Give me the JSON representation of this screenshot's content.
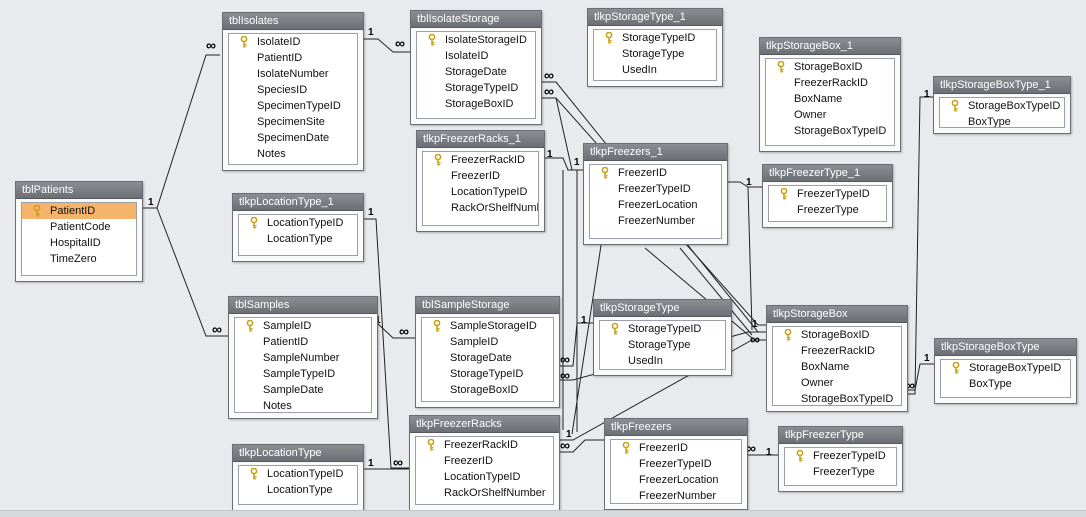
{
  "tables": [
    {
      "id": "tblPatients",
      "title": "tblPatients",
      "fields": [
        {
          "name": "PatientID",
          "pk": true,
          "selected": true
        },
        {
          "name": "PatientCode"
        },
        {
          "name": "HospitalID"
        },
        {
          "name": "TimeZero"
        }
      ]
    },
    {
      "id": "tblIsolates",
      "title": "tblIsolates",
      "fields": [
        {
          "name": "IsolateID",
          "pk": true
        },
        {
          "name": "PatientID"
        },
        {
          "name": "IsolateNumber"
        },
        {
          "name": "SpeciesID"
        },
        {
          "name": "SpecimenTypeID"
        },
        {
          "name": "SpecimenSite"
        },
        {
          "name": "SpecimenDate"
        },
        {
          "name": "Notes"
        }
      ]
    },
    {
      "id": "tblIsolateStorage",
      "title": "tblIsolateStorage",
      "fields": [
        {
          "name": "IsolateStorageID",
          "pk": true
        },
        {
          "name": "IsolateID"
        },
        {
          "name": "StorageDate"
        },
        {
          "name": "StorageTypeID"
        },
        {
          "name": "StorageBoxID"
        }
      ]
    },
    {
      "id": "tlkpStorageType_1",
      "title": "tlkpStorageType_1",
      "fields": [
        {
          "name": "StorageTypeID",
          "pk": true
        },
        {
          "name": "StorageType"
        },
        {
          "name": "UsedIn"
        }
      ]
    },
    {
      "id": "tlkpStorageBox_1",
      "title": "tlkpStorageBox_1",
      "fields": [
        {
          "name": "StorageBoxID",
          "pk": true
        },
        {
          "name": "FreezerRackID"
        },
        {
          "name": "BoxName"
        },
        {
          "name": "Owner"
        },
        {
          "name": "StorageBoxTypeID"
        }
      ]
    },
    {
      "id": "tlkpStorageBoxType_1",
      "title": "tlkpStorageBoxType_1",
      "fields": [
        {
          "name": "StorageBoxTypeID",
          "pk": true
        },
        {
          "name": "BoxType"
        }
      ]
    },
    {
      "id": "tlkpFreezerRacks_1",
      "title": "tlkpFreezerRacks_1",
      "fields": [
        {
          "name": "FreezerRackID",
          "pk": true
        },
        {
          "name": "FreezerID"
        },
        {
          "name": "LocationTypeID"
        },
        {
          "name": "RackOrShelfNuml"
        }
      ]
    },
    {
      "id": "tlkpFreezers_1",
      "title": "tlkpFreezers_1",
      "fields": [
        {
          "name": "FreezerID",
          "pk": true
        },
        {
          "name": "FreezerTypeID"
        },
        {
          "name": "FreezerLocation"
        },
        {
          "name": "FreezerNumber"
        }
      ]
    },
    {
      "id": "tlkpFreezerType_1",
      "title": "tlkpFreezerType_1",
      "fields": [
        {
          "name": "FreezerTypeID",
          "pk": true
        },
        {
          "name": "FreezerType"
        }
      ]
    },
    {
      "id": "tlkpLocationType_1",
      "title": "tlkpLocationType_1",
      "fields": [
        {
          "name": "LocationTypeID",
          "pk": true
        },
        {
          "name": "LocationType"
        }
      ]
    },
    {
      "id": "tblSamples",
      "title": "tblSamples",
      "fields": [
        {
          "name": "SampleID",
          "pk": true
        },
        {
          "name": "PatientID"
        },
        {
          "name": "SampleNumber"
        },
        {
          "name": "SampleTypeID"
        },
        {
          "name": "SampleDate"
        },
        {
          "name": "Notes"
        }
      ]
    },
    {
      "id": "tblSampleStorage",
      "title": "tblSampleStorage",
      "fields": [
        {
          "name": "SampleStorageID",
          "pk": true
        },
        {
          "name": "SampleID"
        },
        {
          "name": "StorageDate"
        },
        {
          "name": "StorageTypeID"
        },
        {
          "name": "StorageBoxID"
        }
      ]
    },
    {
      "id": "tlkpStorageType",
      "title": "tlkpStorageType",
      "fields": [
        {
          "name": "StorageTypeID",
          "pk": true
        },
        {
          "name": "StorageType"
        },
        {
          "name": "UsedIn"
        }
      ]
    },
    {
      "id": "tlkpStorageBox",
      "title": "tlkpStorageBox",
      "fields": [
        {
          "name": "StorageBoxID",
          "pk": true
        },
        {
          "name": "FreezerRackID"
        },
        {
          "name": "BoxName"
        },
        {
          "name": "Owner"
        },
        {
          "name": "StorageBoxTypeID"
        }
      ]
    },
    {
      "id": "tlkpStorageBoxType",
      "title": "tlkpStorageBoxType",
      "fields": [
        {
          "name": "StorageBoxTypeID",
          "pk": true
        },
        {
          "name": "BoxType"
        }
      ]
    },
    {
      "id": "tlkpLocationType",
      "title": "tlkpLocationType",
      "fields": [
        {
          "name": "LocationTypeID",
          "pk": true
        },
        {
          "name": "LocationType"
        }
      ]
    },
    {
      "id": "tlkpFreezerRacks",
      "title": "tlkpFreezerRacks",
      "fields": [
        {
          "name": "FreezerRackID",
          "pk": true
        },
        {
          "name": "FreezerID"
        },
        {
          "name": "LocationTypeID"
        },
        {
          "name": "RackOrShelfNumber"
        }
      ]
    },
    {
      "id": "tlkpFreezers",
      "title": "tlkpFreezers",
      "fields": [
        {
          "name": "FreezerID",
          "pk": true
        },
        {
          "name": "FreezerTypeID"
        },
        {
          "name": "FreezerLocation"
        },
        {
          "name": "FreezerNumber"
        }
      ]
    },
    {
      "id": "tlkpFreezerType",
      "title": "tlkpFreezerType",
      "fields": [
        {
          "name": "FreezerTypeID",
          "pk": true
        },
        {
          "name": "FreezerType"
        }
      ]
    }
  ],
  "relationships": [
    {
      "from": "tblPatients",
      "to": "tblIsolates",
      "one_label": "1",
      "many_label": "∞"
    },
    {
      "from": "tblPatients",
      "to": "tblSamples",
      "one_label": "1",
      "many_label": "∞"
    },
    {
      "from": "tblIsolates",
      "to": "tblIsolateStorage",
      "one_label": "1",
      "many_label": "∞"
    },
    {
      "from": "tlkpFreezerRacks_1",
      "to": "tlkpFreezers_1",
      "one_label": "1",
      "many_label": "∞"
    },
    {
      "from": "tlkpFreezerType_1",
      "to": "tlkpFreezers_1",
      "one_label": "1",
      "many_label": "∞"
    },
    {
      "from": "tlkpStorageBoxType_1",
      "to": "tlkpStorageBox",
      "one_label": "1",
      "many_label": "∞"
    },
    {
      "from": "tlkpLocationType_1",
      "to": "tlkpFreezerRacks",
      "one_label": "1",
      "many_label": "∞"
    },
    {
      "from": "tblSamples",
      "to": "tblSampleStorage",
      "one_label": "1",
      "many_label": "∞"
    },
    {
      "from": "tlkpStorageType",
      "to": "tblSampleStorage",
      "one_label": "1",
      "many_label": "∞"
    },
    {
      "from": "tlkpStorageBox",
      "to": "tblSampleStorage",
      "one_label": "1",
      "many_label": "∞"
    },
    {
      "from": "tlkpLocationType",
      "to": "tlkpFreezerRacks",
      "one_label": "1",
      "many_label": "∞"
    },
    {
      "from": "tlkpFreezerRacks",
      "to": "tlkpStorageBox",
      "one_label": "1",
      "many_label": "∞"
    },
    {
      "from": "tlkpFreezers",
      "to": "tlkpFreezerRacks",
      "one_label": "1",
      "many_label": "∞"
    },
    {
      "from": "tlkpFreezerType",
      "to": "tlkpFreezers",
      "one_label": "1",
      "many_label": "∞"
    },
    {
      "from": "tlkpStorageBoxType",
      "to": "tlkpStorageBox",
      "one_label": "1",
      "many_label": "∞"
    }
  ],
  "colors": {
    "canvas_background": "#e8eaed",
    "title_bar": "#7a7e83",
    "title_text": "#ffffff",
    "selected_field": "#f6b36a",
    "key_icon": "#c8a21a",
    "relationship_line": "#222222"
  },
  "icons": {
    "primary_key": "key-icon"
  }
}
